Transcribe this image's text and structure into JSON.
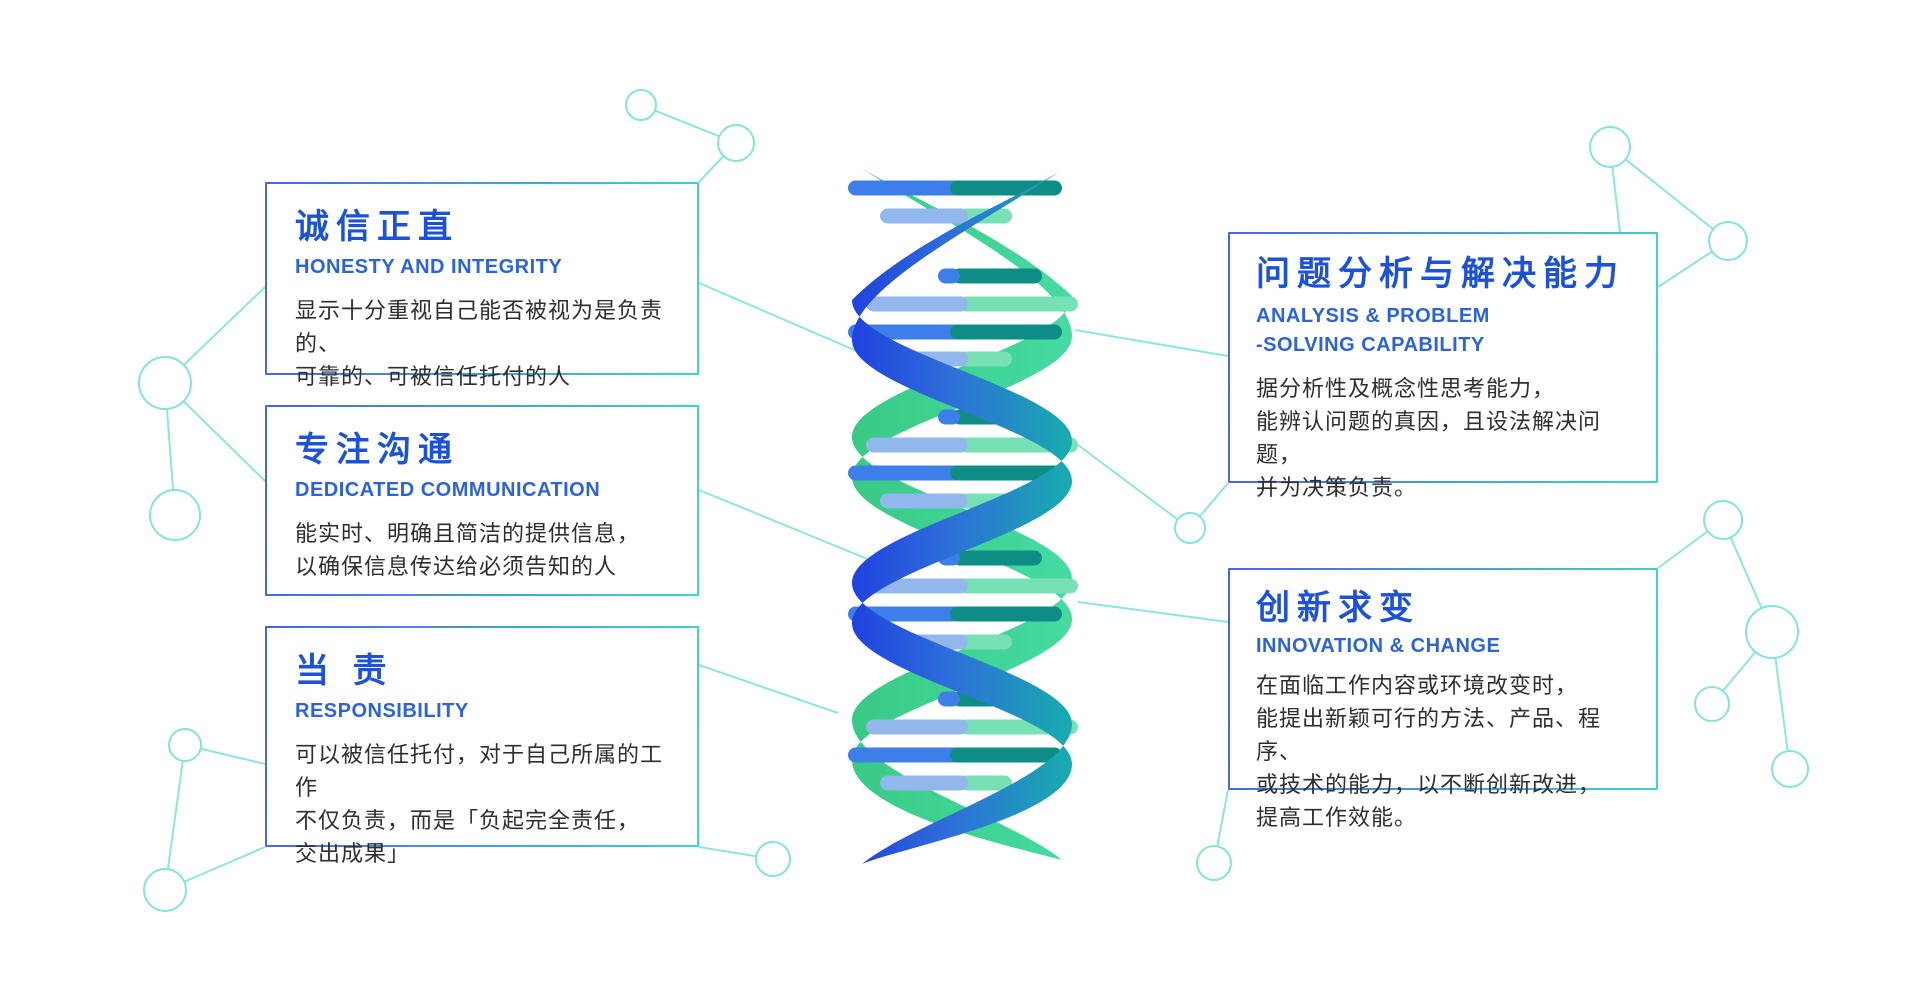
{
  "panels": [
    {
      "title": "诚信正直",
      "subtitle": "HONESTY AND INTEGRITY",
      "body": [
        "显示十分重视自己能否被视为是负责的、",
        "可靠的、可被信任托付的人"
      ]
    },
    {
      "title": "专注沟通",
      "subtitle": "DEDICATED COMMUNICATION",
      "body": [
        "能实时、明确且简洁的提供信息，",
        "以确保信息传达给必须告知的人"
      ]
    },
    {
      "title": "当 责",
      "subtitle": "RESPONSIBILITY",
      "body": [
        "可以被信任托付，对于自己所属的工作",
        "不仅负责，而是「负起完全责任，",
        "交出成果」"
      ]
    },
    {
      "title": "问题分析与解决能力",
      "subtitle_line1": "ANALYSIS & PROBLEM",
      "subtitle_line2": "-SOLVING CAPABILITY",
      "body": [
        "据分析性及概念性思考能力，",
        "能辨认问题的真因，且设法解决问题，",
        "并为决策负责。"
      ]
    },
    {
      "title": "创新求变",
      "subtitle": "INNOVATION & CHANGE",
      "body": [
        "在面临工作内容或环境改变时，",
        "能提出新颖可行的方法、产品、程序、",
        "或技术的能力，以不断创新改进，",
        "提高工作效能。"
      ]
    }
  ],
  "icons": {
    "center_illustration": "dna-double-helix",
    "decoration": "molecule-node-network"
  },
  "colors": {
    "title_blue": "#1C52D9",
    "subtitle_blue": "#2C63DB",
    "body_text": "#2E2E2E",
    "panel_border_left": "#4A63E2",
    "panel_border_right": "#3FD6CD",
    "connector_cyan": "#8DE6DE",
    "helix_blue_deep": "#1E3BE0",
    "helix_teal": "#14B5A8",
    "helix_green": "#3FD092",
    "rung_blue": "#3E7EE9",
    "rung_light_blue": "#92B7EC",
    "rung_dark_teal": "#0D8D85",
    "rung_light_green": "#77E0B4"
  }
}
